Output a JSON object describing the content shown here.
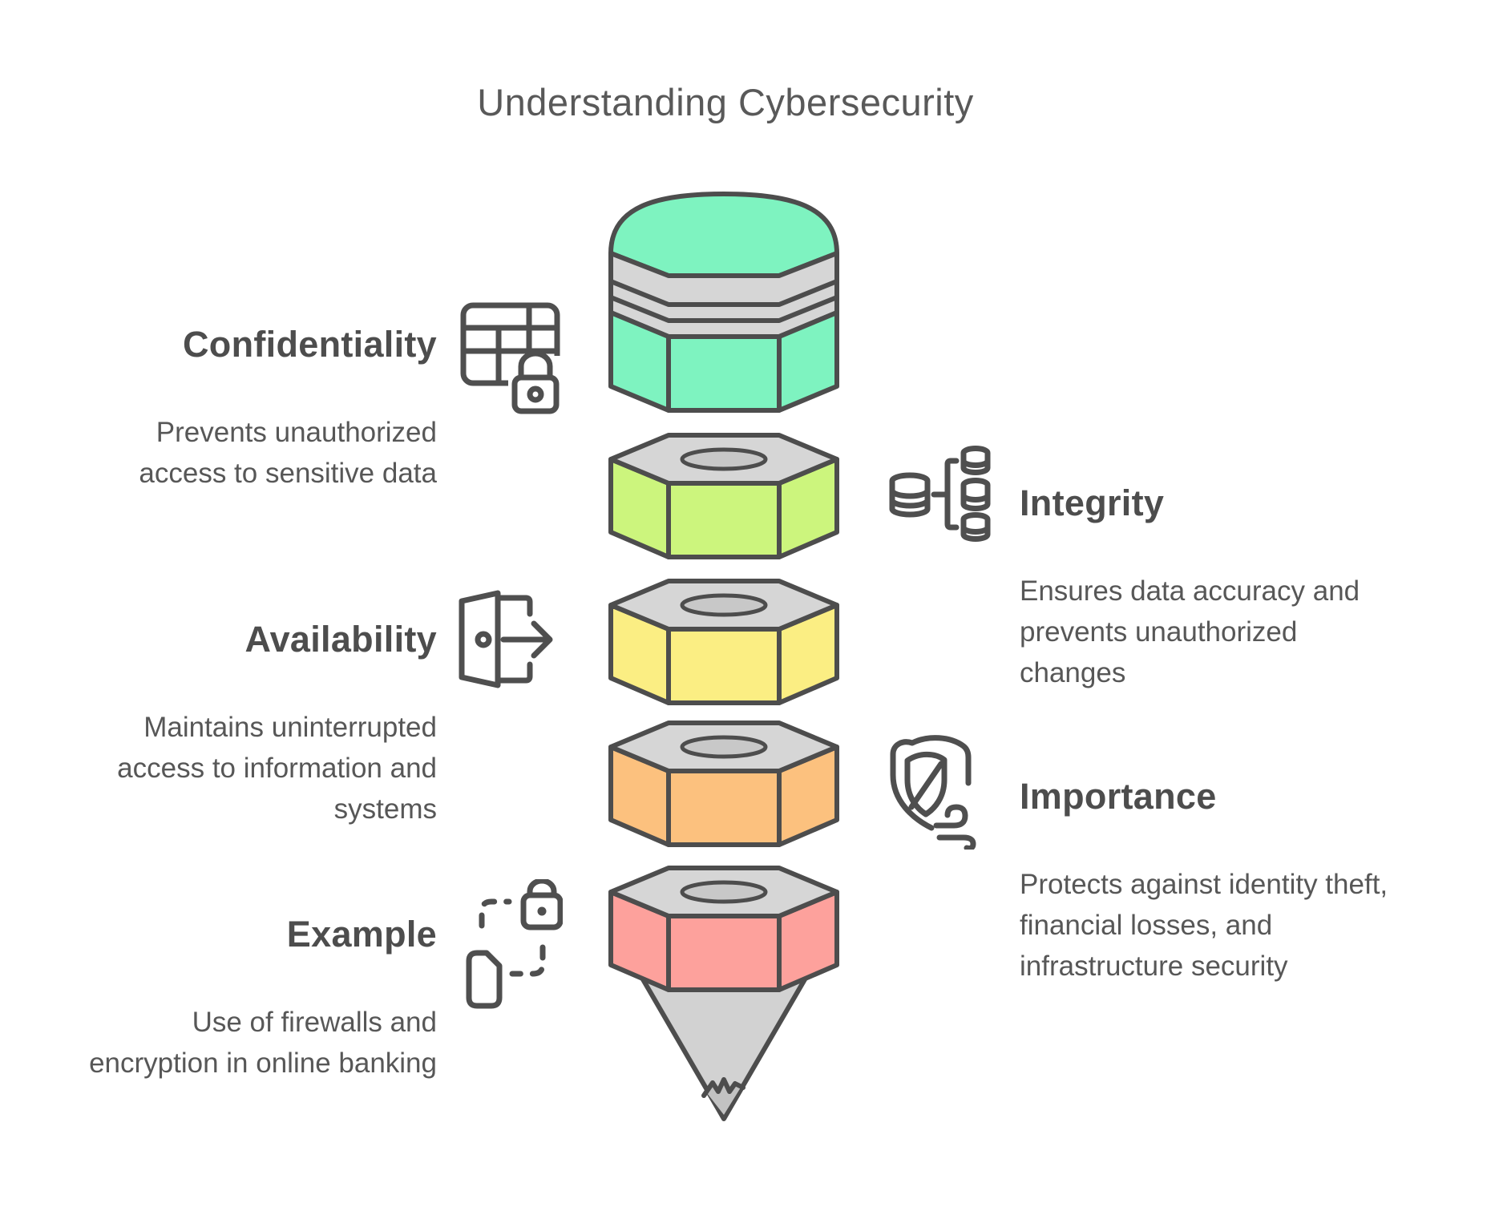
{
  "title": "Understanding Cybersecurity",
  "colors": {
    "background": "#ffffff",
    "title_text": "#595959",
    "heading_text": "#4d4d4d",
    "body_text": "#575757",
    "icon": "#4f4f4f"
  },
  "pencil": {
    "colors": {
      "outline": "#4d4d4d",
      "eraser": "#7ef3c0",
      "ferrule": "#d6d6d6",
      "face_top": "#d6d6d6",
      "hole": "#c8c8c8",
      "level_integrity": "#ccf57d",
      "level_availability": "#fbee83",
      "level_importance": "#fcc17e",
      "level_example": "#fda19c",
      "cone": "#d2d2d2",
      "lead": "#c2c2c2"
    },
    "segment_order": [
      "eraser-cap",
      "integrity",
      "availability",
      "importance",
      "example",
      "tip"
    ]
  },
  "sections": {
    "confidentiality": {
      "heading": "Confidentiality",
      "icon": "table-lock-icon",
      "lines": [
        "Prevents unauthorized",
        "access to sensitive data"
      ]
    },
    "integrity": {
      "heading": "Integrity",
      "icon": "database-branch-icon",
      "lines": [
        "Ensures data accuracy and",
        "prevents unauthorized",
        "changes"
      ]
    },
    "availability": {
      "heading": "Availability",
      "icon": "door-exit-icon",
      "lines": [
        "Maintains uninterrupted",
        "access to information and",
        "systems"
      ]
    },
    "importance": {
      "heading": "Importance",
      "icon": "shield-wind-icon",
      "lines": [
        "Protects against identity theft,",
        "financial losses, and",
        "infrastructure security"
      ]
    },
    "example": {
      "heading": "Example",
      "icon": "document-lock-icon",
      "lines": [
        "Use of firewalls and",
        "encryption in online banking"
      ]
    }
  }
}
